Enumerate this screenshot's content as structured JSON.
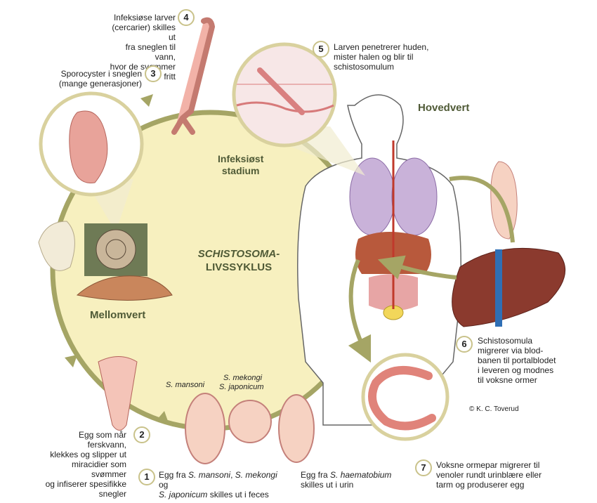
{
  "steps": [
    {
      "num": "1",
      "line1_prefix": "Egg fra ",
      "line1_italic_a": "S. mansoni",
      "line1_sep": ", ",
      "line1_italic_b": "S. mekongi",
      "line1_suffix": " og",
      "line2_italic": "S. japonicum",
      "line2_suffix": " skilles ut i feces"
    },
    {
      "num": "2",
      "lines": [
        "Egg som når ferskvann,",
        "klekkes og slipper ut",
        "miracidier som svømmer",
        "og infiserer spesifikke",
        "snegler"
      ]
    },
    {
      "num": "3",
      "lines": [
        "Sporocyster i sneglen",
        "(mange generasjoner)"
      ]
    },
    {
      "num": "4",
      "lines": [
        "Infeksiøse larver",
        "(cercarier) skilles ut",
        "fra sneglen til vann,",
        "hvor de svømmer fritt"
      ]
    },
    {
      "num": "5",
      "lines": [
        "Larven penetrerer huden,",
        "mister halen og blir til",
        "schistosomulum"
      ]
    },
    {
      "num": "6",
      "lines": [
        "Schistosomula",
        "migrerer via blod-",
        "banen til portalblodet",
        "i leveren og modnes",
        "til voksne ormer"
      ]
    },
    {
      "num": "7",
      "lines": [
        "Voksne ormepar migrerer til",
        "venoler rundt urinblære eller",
        "tarm og produserer egg"
      ]
    }
  ],
  "haematobium": {
    "prefix": "Egg fra ",
    "italic": "S. haematobium",
    "line2": "skilles ut i urin"
  },
  "species": {
    "mansoni": "S. mansoni",
    "mekongi": "S. mekongi",
    "japonicum": "S. japonicum"
  },
  "center": {
    "line1": "SCHISTOSOMA-",
    "line2": "LIVSSYKLUS"
  },
  "infective": {
    "line1": "Infeksiøst",
    "line2": "stadium"
  },
  "hovedvert": "Hovedvert",
  "mellomvert": "Mellomvert",
  "copyright": "© K. C. Toverud",
  "colors": {
    "circle_fill": "#f7f0bf",
    "arrow": "#a5a565",
    "heading": "#4f5a36",
    "badge_border": "#c9c28a"
  }
}
